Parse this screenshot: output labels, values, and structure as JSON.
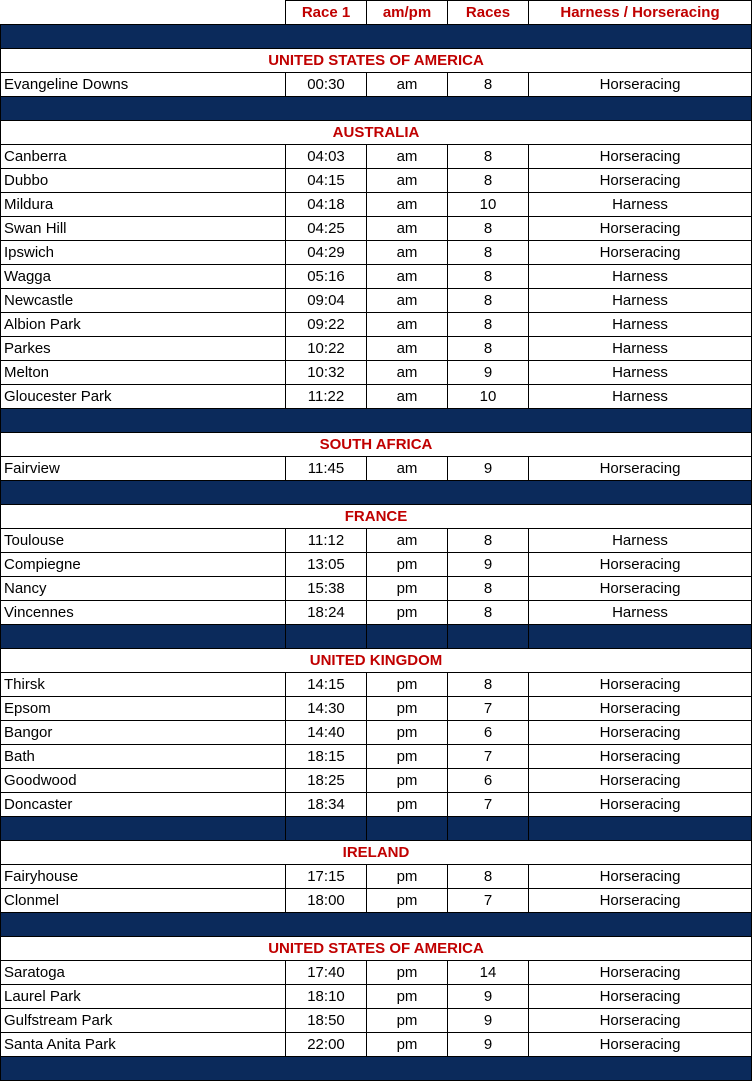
{
  "header": {
    "col_race1": "Race 1",
    "col_ampm": "am/pm",
    "col_races": "Races",
    "col_type": "Harness / Horseracing"
  },
  "colors": {
    "header_text": "#c00000",
    "band": "#0b2a5b"
  },
  "sections": [
    {
      "country": "UNITED STATES OF AMERICA",
      "band_split": false,
      "rows": [
        {
          "venue": "Evangeline Downs",
          "time": "00:30",
          "ampm": "am",
          "races": "8",
          "type": "Horseracing"
        }
      ]
    },
    {
      "country": "AUSTRALIA",
      "band_split": false,
      "rows": [
        {
          "venue": "Canberra",
          "time": "04:03",
          "ampm": "am",
          "races": "8",
          "type": "Horseracing"
        },
        {
          "venue": "Dubbo",
          "time": "04:15",
          "ampm": "am",
          "races": "8",
          "type": "Horseracing"
        },
        {
          "venue": "Mildura",
          "time": "04:18",
          "ampm": "am",
          "races": "10",
          "type": "Harness"
        },
        {
          "venue": "Swan Hill",
          "time": "04:25",
          "ampm": "am",
          "races": "8",
          "type": "Horseracing"
        },
        {
          "venue": "Ipswich",
          "time": "04:29",
          "ampm": "am",
          "races": "8",
          "type": "Horseracing"
        },
        {
          "venue": "Wagga",
          "time": "05:16",
          "ampm": "am",
          "races": "8",
          "type": "Harness"
        },
        {
          "venue": "Newcastle",
          "time": "09:04",
          "ampm": "am",
          "races": "8",
          "type": "Harness"
        },
        {
          "venue": "Albion Park",
          "time": "09:22",
          "ampm": "am",
          "races": "8",
          "type": "Harness"
        },
        {
          "venue": "Parkes",
          "time": "10:22",
          "ampm": "am",
          "races": "8",
          "type": "Harness"
        },
        {
          "venue": "Melton",
          "time": "10:32",
          "ampm": "am",
          "races": "9",
          "type": "Harness"
        },
        {
          "venue": "Gloucester Park",
          "time": "11:22",
          "ampm": "am",
          "races": "10",
          "type": "Harness"
        }
      ]
    },
    {
      "country": "SOUTH AFRICA",
      "band_split": false,
      "rows": [
        {
          "venue": "Fairview",
          "time": "11:45",
          "ampm": "am",
          "races": "9",
          "type": "Horseracing"
        }
      ]
    },
    {
      "country": "FRANCE",
      "band_split": false,
      "rows": [
        {
          "venue": "Toulouse",
          "time": "11:12",
          "ampm": "am",
          "races": "8",
          "type": "Harness"
        },
        {
          "venue": "Compiegne",
          "time": "13:05",
          "ampm": "pm",
          "races": "9",
          "type": "Horseracing"
        },
        {
          "venue": "Nancy",
          "time": "15:38",
          "ampm": "pm",
          "races": "8",
          "type": "Horseracing"
        },
        {
          "venue": "Vincennes",
          "time": "18:24",
          "ampm": "pm",
          "races": "8",
          "type": "Harness"
        }
      ]
    },
    {
      "country": "UNITED KINGDOM",
      "band_split": true,
      "rows": [
        {
          "venue": "Thirsk",
          "time": "14:15",
          "ampm": "pm",
          "races": "8",
          "type": "Horseracing"
        },
        {
          "venue": "Epsom",
          "time": "14:30",
          "ampm": "pm",
          "races": "7",
          "type": "Horseracing"
        },
        {
          "venue": "Bangor",
          "time": "14:40",
          "ampm": "pm",
          "races": "6",
          "type": "Horseracing"
        },
        {
          "venue": "Bath",
          "time": "18:15",
          "ampm": "pm",
          "races": "7",
          "type": "Horseracing"
        },
        {
          "venue": "Goodwood",
          "time": "18:25",
          "ampm": "pm",
          "races": "6",
          "type": "Horseracing"
        },
        {
          "venue": "Doncaster",
          "time": "18:34",
          "ampm": "pm",
          "races": "7",
          "type": "Horseracing"
        }
      ]
    },
    {
      "country": "IRELAND",
      "band_split": true,
      "rows": [
        {
          "venue": "Fairyhouse",
          "time": "17:15",
          "ampm": "pm",
          "races": "8",
          "type": "Horseracing"
        },
        {
          "venue": "Clonmel",
          "time": "18:00",
          "ampm": "pm",
          "races": "7",
          "type": "Horseracing"
        }
      ]
    },
    {
      "country": "UNITED STATES OF AMERICA",
      "band_split": false,
      "rows": [
        {
          "venue": "Saratoga",
          "time": "17:40",
          "ampm": "pm",
          "races": "14",
          "type": "Horseracing"
        },
        {
          "venue": "Laurel Park",
          "time": "18:10",
          "ampm": "pm",
          "races": "9",
          "type": "Horseracing"
        },
        {
          "venue": "Gulfstream Park",
          "time": "18:50",
          "ampm": "pm",
          "races": "9",
          "type": "Horseracing"
        },
        {
          "venue": "Santa Anita Park",
          "time": "22:00",
          "ampm": "pm",
          "races": "9",
          "type": "Horseracing"
        }
      ]
    }
  ]
}
